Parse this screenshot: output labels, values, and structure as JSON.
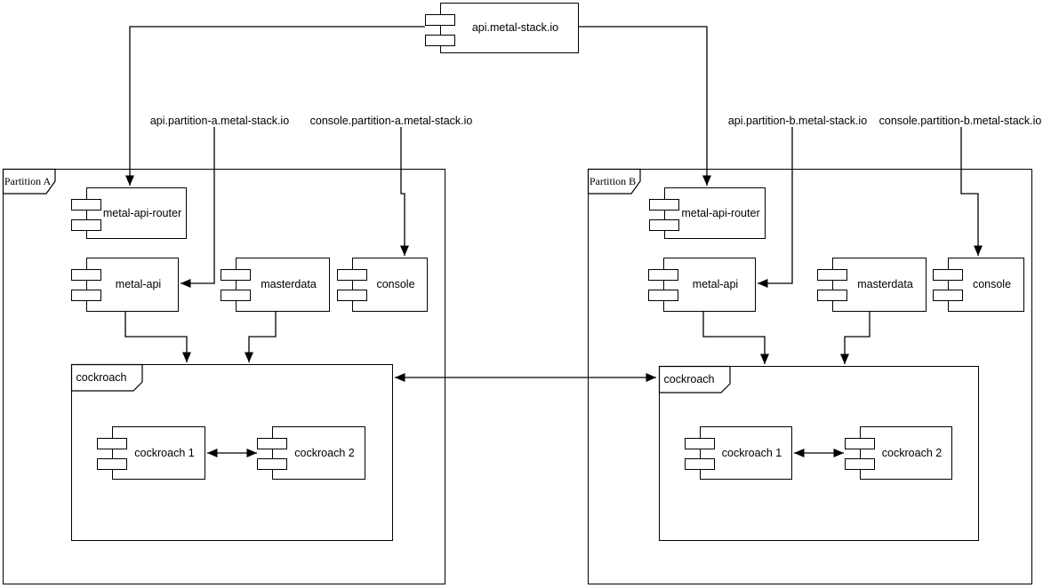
{
  "root": {
    "label": "api.metal-stack.io"
  },
  "dns_labels": {
    "api_a": "api.partition-a.metal-stack.io",
    "console_a": "console.partition-a.metal-stack.io",
    "api_b": "api.partition-b.metal-stack.io",
    "console_b": "console.partition-b.metal-stack.io"
  },
  "partitions": [
    {
      "label": "Partition A",
      "components": {
        "router": "metal-api-router",
        "api": "metal-api",
        "masterdata": "masterdata",
        "console": "console"
      },
      "cockroach": {
        "label": "cockroach",
        "node1": "cockroach 1",
        "node2": "cockroach 2"
      }
    },
    {
      "label": "Partition B",
      "components": {
        "router": "metal-api-router",
        "api": "metal-api",
        "masterdata": "masterdata",
        "console": "console"
      },
      "cockroach": {
        "label": "cockroach",
        "node1": "cockroach 1",
        "node2": "cockroach 2"
      }
    }
  ],
  "colors": {
    "stroke": "#000000",
    "fill": "#ffffff",
    "background": "#ffffff"
  }
}
